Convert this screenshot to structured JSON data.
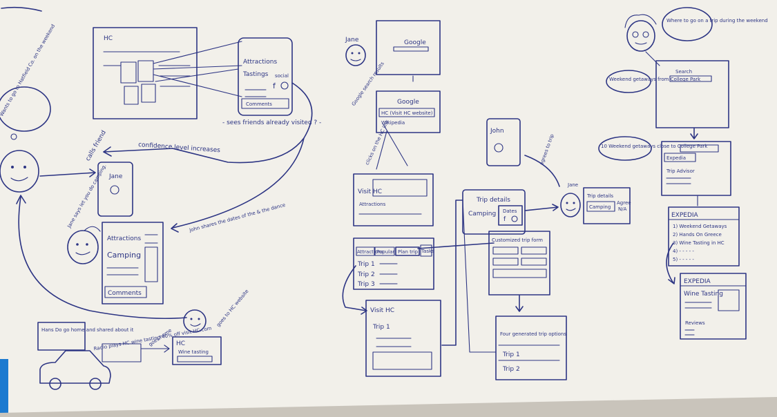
{
  "left_flow": {
    "hc_page_label": "HC",
    "social_card": {
      "line1": "Attractions",
      "line2": "Tastings",
      "social_label": "social",
      "comments_label": "Comments"
    },
    "sees_friends_note": "- sees friends already visited ? -",
    "confidence_note": "confidence level increases",
    "calls_friend_note": "calls friend",
    "john_phone_label": "Jane",
    "jane_says_note": "Jane says let you do camping.",
    "john_shares_note": "John shares the dates of the & the dance",
    "jane_page": {
      "line1": "Attractions",
      "line2": "Camping",
      "line3": "Comments"
    },
    "john_thought": "Wants to go to Hatfield Co. on the weekend",
    "goes_website_note": "goes to HC website",
    "car_note": "Hans Do go home and shared about it",
    "radio_note": "Radio plays HC wine tasting 40% off visit HC.com",
    "goes_home_note": "goes home",
    "ad_card": {
      "title": "HC",
      "line": "Wine tasting"
    }
  },
  "middle_flow": {
    "jane_label": "Jane",
    "google_card": "Google",
    "google_results": {
      "title": "Google",
      "result": "HC (Visit HC website)",
      "sub": "Wikipedia"
    },
    "searches_note": "Google search results",
    "clicks_note": "clicks on the HC link",
    "visit_hc_card": {
      "title": "Visit HC",
      "line": "Attractions"
    },
    "plan_tabs": [
      "Attractions",
      "Popular",
      "Plan trip",
      "Tasks"
    ],
    "trips": [
      "Trip 1",
      "Trip 2",
      "Trip 3"
    ],
    "visit_hc_trip": {
      "title": "Visit HC",
      "line": "Trip 1"
    },
    "john_phone": "John",
    "agrees_note": "agrees to trip",
    "jane2_label": "Jane",
    "trip_details_card": {
      "title": "Trip details",
      "line1": "Camping",
      "line2": "Dates"
    },
    "trip_details_right": {
      "title": "Trip details",
      "line1": "Camping",
      "line2": "Agree",
      "line3": "N/A"
    },
    "customized_card": {
      "title": "Customized trip form"
    },
    "generated_card": {
      "title": "Four generated trip options",
      "line1": "Trip 1",
      "line2": "Trip 2"
    }
  },
  "right_flow": {
    "thought": "Where to go on a trip during the weekend",
    "weekend_note": "Weekend getaways from College Park",
    "search_label": "Search",
    "ten_note": "10 Weekend getaways close to College Park",
    "expedia_line1": "Expedia",
    "expedia_line2": "Trip Advisor",
    "expedia_list": {
      "title": "EXPEDIA",
      "items": [
        "1) Weekend Getaways",
        "2) Hands On Greece",
        "3) Wine Tasting in HC",
        "4) - - - - -",
        "5) - - - - -"
      ]
    },
    "expedia_detail": {
      "title": "EXPEDIA",
      "line": "Wine Tasting",
      "reviews": "Reviews"
    }
  },
  "colors": {
    "ink": "#2c3483",
    "paper": "#f2f0ea",
    "tape": "#1c7ad0"
  }
}
